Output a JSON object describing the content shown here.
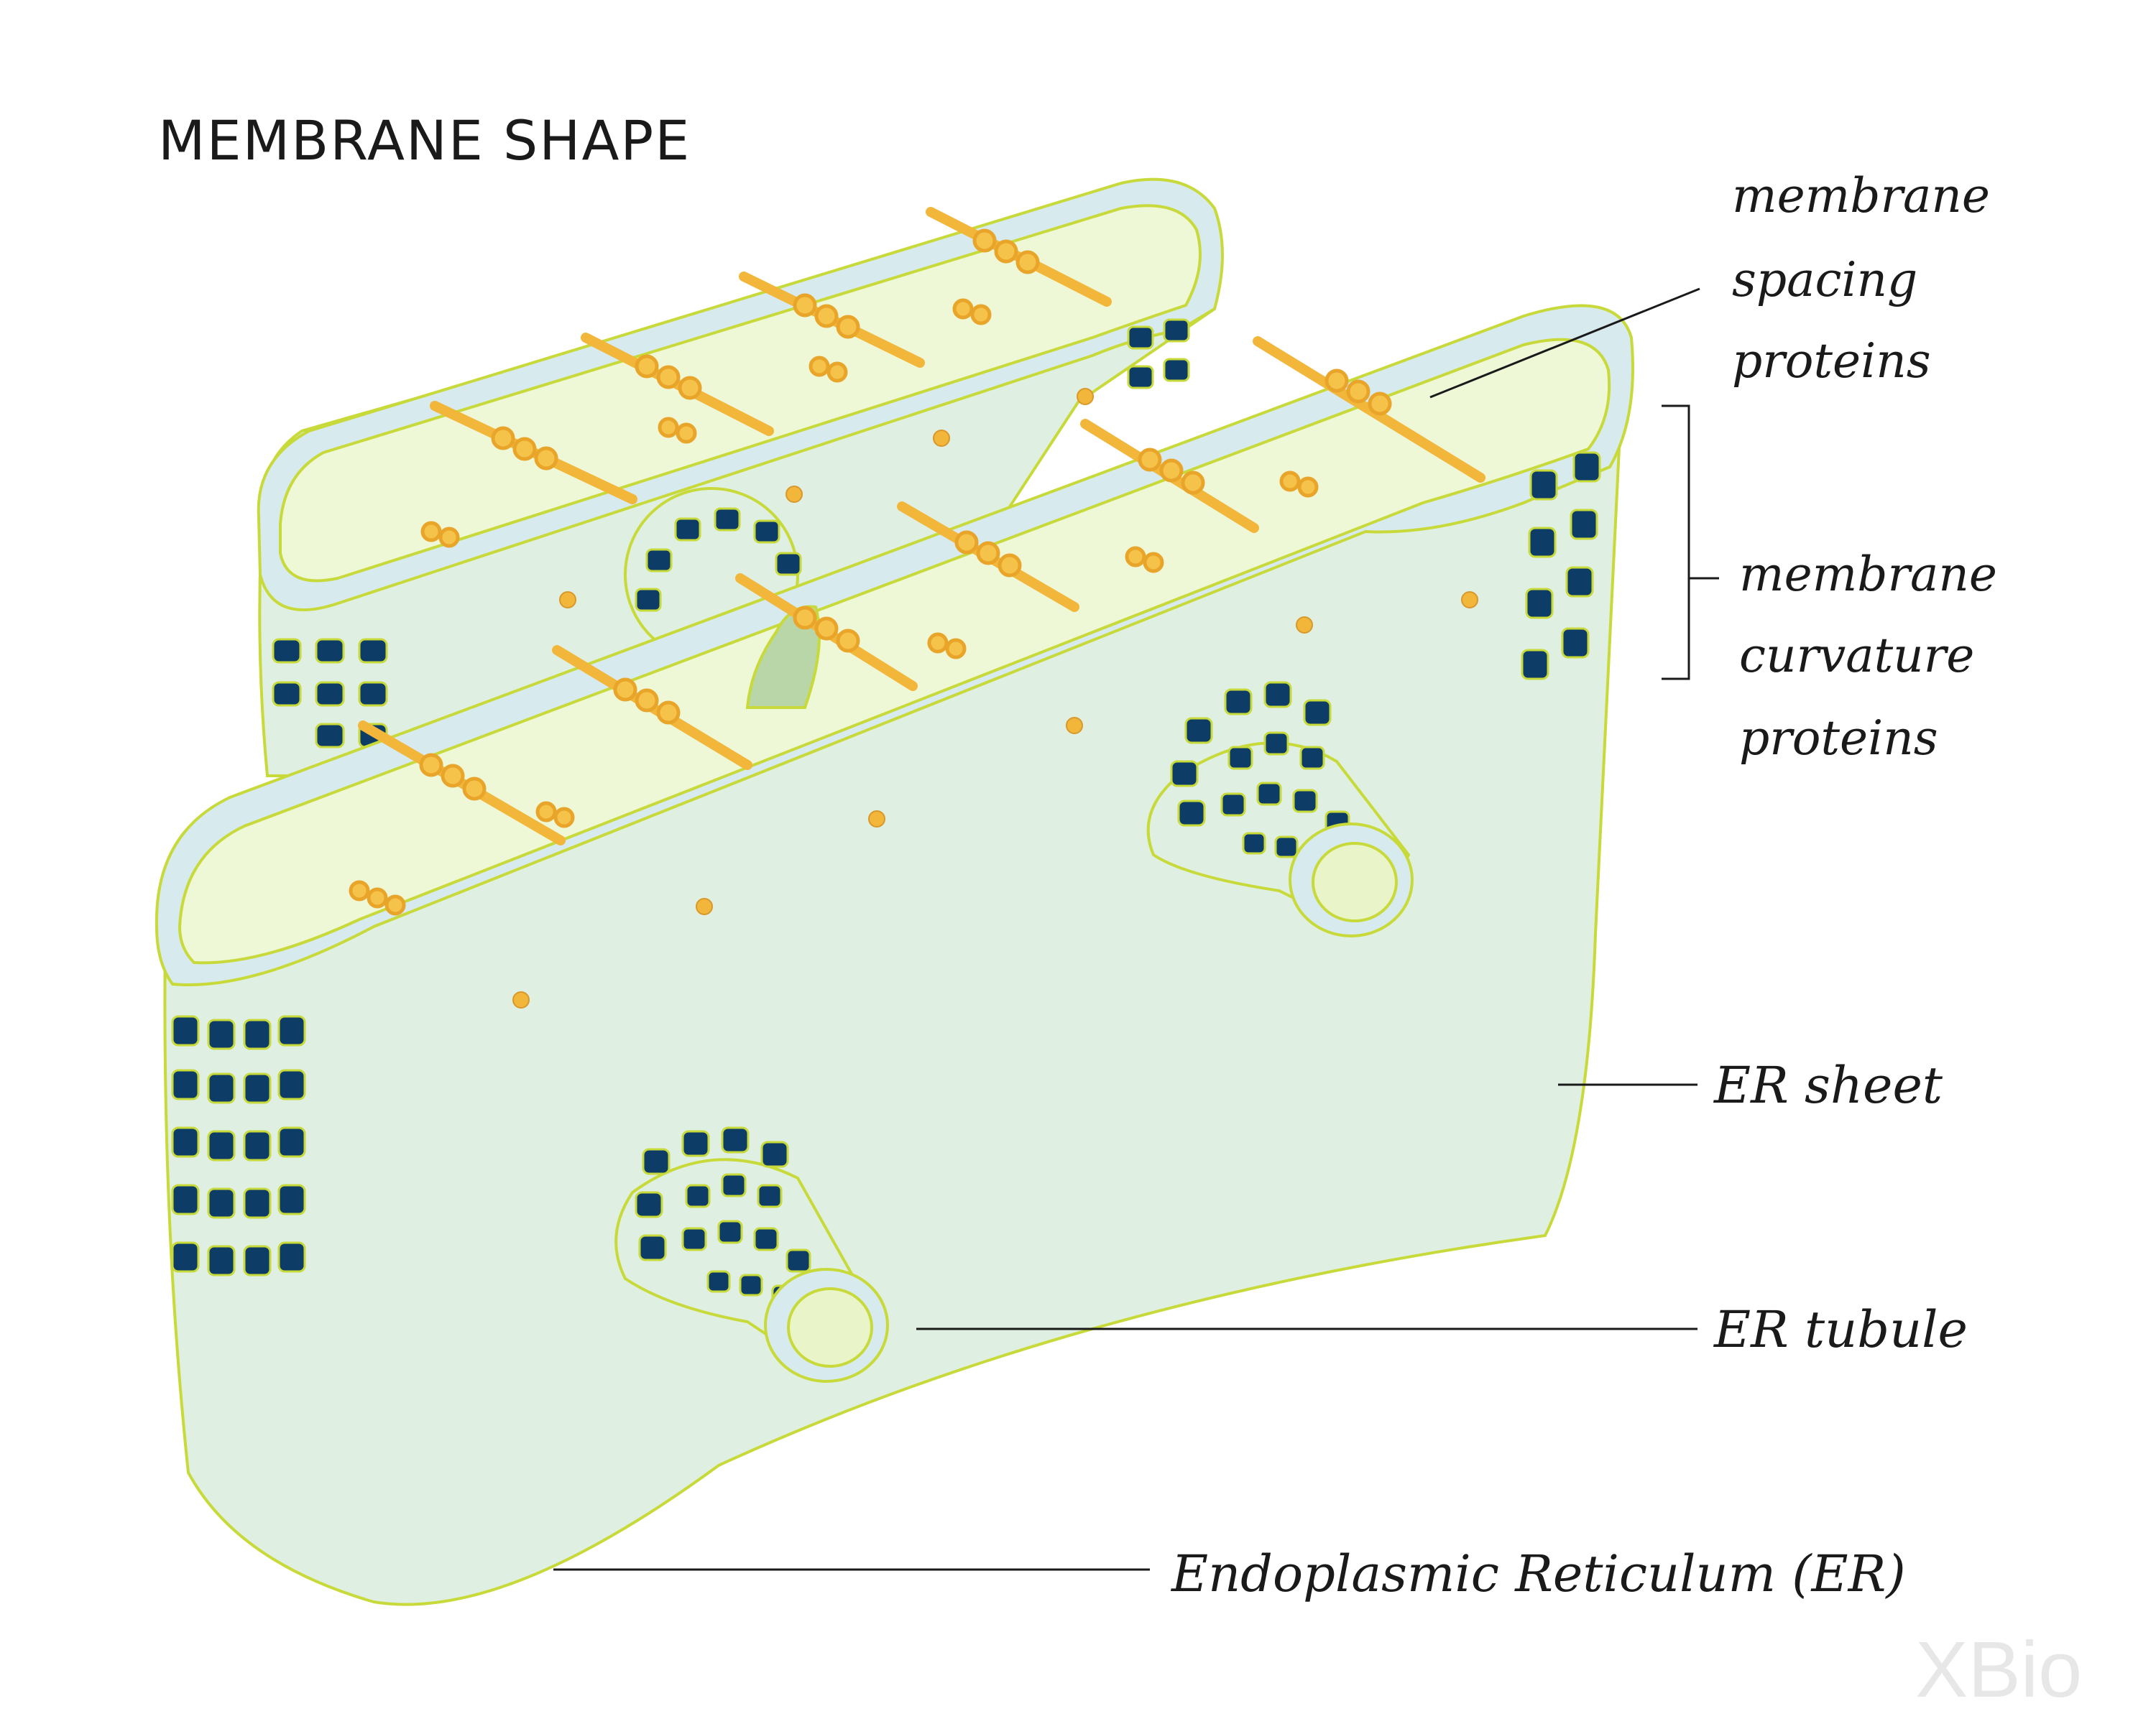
{
  "title": "MEMBRANE SHAPE",
  "labels": {
    "spacing": [
      "membrane",
      "spacing",
      "proteins"
    ],
    "curvature": [
      "membrane",
      "curvature",
      "proteins"
    ],
    "er_sheet": "ER sheet",
    "er_tubule": "ER tubule",
    "er": "Endoplasmic Reticulum (ER)"
  },
  "logo": "XBio",
  "colors": {
    "sheet_fill": "#dff0e2",
    "sheet_top": "#eef7d6",
    "outline": "#c8d93a",
    "pore": "#0d3d66",
    "protein": "#f2b63a"
  },
  "icons": [
    "xbio-logo"
  ]
}
